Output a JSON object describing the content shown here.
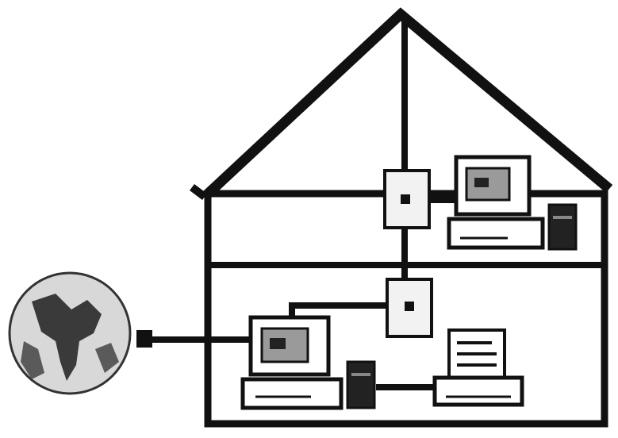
{
  "diagram": {
    "description_text": "",
    "colors": {
      "ink": "#111111",
      "paper": "#ffffff",
      "screen": "#9a9a9a",
      "globe_light": "#d8d8d8",
      "globe_dark": "#3a3a3a"
    },
    "nodes": [
      {
        "id": "house",
        "icon": "house-outline-icon"
      },
      {
        "id": "upstairs-jack",
        "icon": "wall-jack-icon"
      },
      {
        "id": "downstairs-jack",
        "icon": "wall-jack-icon"
      },
      {
        "id": "upstairs-computer",
        "icon": "desktop-computer-icon"
      },
      {
        "id": "downstairs-computer",
        "icon": "desktop-computer-icon"
      },
      {
        "id": "printer",
        "icon": "printer-icon"
      },
      {
        "id": "internet",
        "icon": "globe-icon"
      }
    ],
    "edges": [
      {
        "from": "upstairs-jack",
        "to": "downstairs-jack"
      },
      {
        "from": "upstairs-jack",
        "to": "upstairs-computer"
      },
      {
        "from": "downstairs-jack",
        "to": "downstairs-computer"
      },
      {
        "from": "downstairs-computer",
        "to": "internet"
      },
      {
        "from": "downstairs-computer",
        "to": "printer"
      }
    ]
  }
}
